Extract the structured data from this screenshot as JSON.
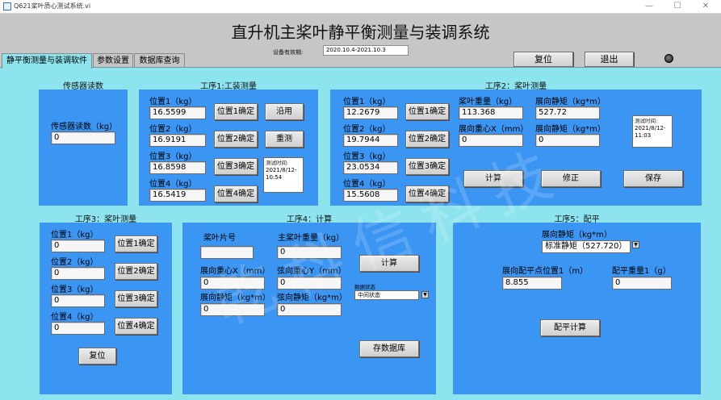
{
  "window": {
    "title": "Q621桨叶质心测试系统.vi",
    "minimize": "—",
    "maximize": "☐",
    "close": "✕"
  },
  "header": {
    "title": "直升机主桨叶静平衡测量与装调系统",
    "valid_label": "设备有效期:",
    "valid_value": "2020.10.4-2021.10.3",
    "reset_label": "复位",
    "exit_label": "退出"
  },
  "tabs": [
    "静平衡测量与装调软件",
    "参数设置",
    "数据库查询"
  ],
  "sensor": {
    "section_title": "传感器读数",
    "label": "传感器读数（kg）",
    "value": "0"
  },
  "step1": {
    "section_title": "工序1:工装测量",
    "rows": [
      {
        "label": "位置1（kg）",
        "value": "16.5599",
        "button": "位置1确定"
      },
      {
        "label": "位置2（kg）",
        "value": "16.9191",
        "button": "位置2确定"
      },
      {
        "label": "位置3（kg）",
        "value": "16.8598",
        "button": "位置3确定"
      },
      {
        "label": "位置4（kg）",
        "value": "16.5419",
        "button": "位置4确定"
      }
    ],
    "btn_a": "沿用",
    "btn_b": "重测",
    "time_title": "测试时间:",
    "time_value": "2021/8/12-10:54"
  },
  "step2": {
    "section_title": "工序2：桨叶测量",
    "rows": [
      {
        "label": "位置1（kg）",
        "value": "12.2679",
        "button": "位置1确定"
      },
      {
        "label": "位置2（kg）",
        "value": "19.7944",
        "button": "位置2确定"
      },
      {
        "label": "位置3（kg）",
        "value": "23.0534",
        "button": "位置3确定"
      },
      {
        "label": "位置4（kg）",
        "value": "15.5608",
        "button": "位置4确定"
      }
    ],
    "weight_label": "桨叶重量（kg）",
    "weight_value": "113.368",
    "span_moment_label": "展向静矩（kg*m）",
    "span_moment_value": "527.72",
    "span_cg_label": "展向重心X（mm）",
    "span_cg_value": "0",
    "span_moment2_label": "展向静矩（kg*m）",
    "span_moment2_value": "0",
    "time_title": "测试时间:",
    "time_value": "2021/8/12-11:03",
    "calc": "计算",
    "fix": "修正",
    "save": "保存"
  },
  "step3": {
    "section_title": "工序3：桨叶测量",
    "rows": [
      {
        "label": "位置1（kg）",
        "value": "0",
        "button": "位置1确定"
      },
      {
        "label": "位置2（kg）",
        "value": "0",
        "button": "位置2确定"
      },
      {
        "label": "位置3（kg）",
        "value": "0",
        "button": "位置3确定"
      },
      {
        "label": "位置4（kg）",
        "value": "0",
        "button": "位置4确定"
      }
    ],
    "reset": "复位"
  },
  "step4": {
    "section_title": "工序4：计算",
    "blade_no_label": "桨叶片号",
    "blade_no_value": "",
    "main_weight_label": "主桨叶重量（kg）",
    "main_weight_value": "0",
    "span_cg_label": "展向重心X（mm）",
    "span_cg_value": "0",
    "chord_cg_label": "弦向重心Y（mm）",
    "chord_cg_value": "0",
    "span_moment_label": "展向静矩（kg*m）",
    "span_moment_value": "0",
    "chord_moment_label": "弦向静矩（kg*m）",
    "chord_moment_value": "0",
    "status_label": "数据状态",
    "status_value": "中间状态",
    "calc": "计算",
    "save_db": "存数据库"
  },
  "step5": {
    "section_title": "工序5：配平",
    "span_moment_label": "展向静矩（kg*m）",
    "span_moment_value": "标准静矩（527.720）",
    "point_label": "展向配平点位置1（m）",
    "point_value": "8.855",
    "weight_label": "配平重量1（g）",
    "weight_value": "0",
    "calc": "配平计算"
  },
  "watermark": "乾科信科技"
}
